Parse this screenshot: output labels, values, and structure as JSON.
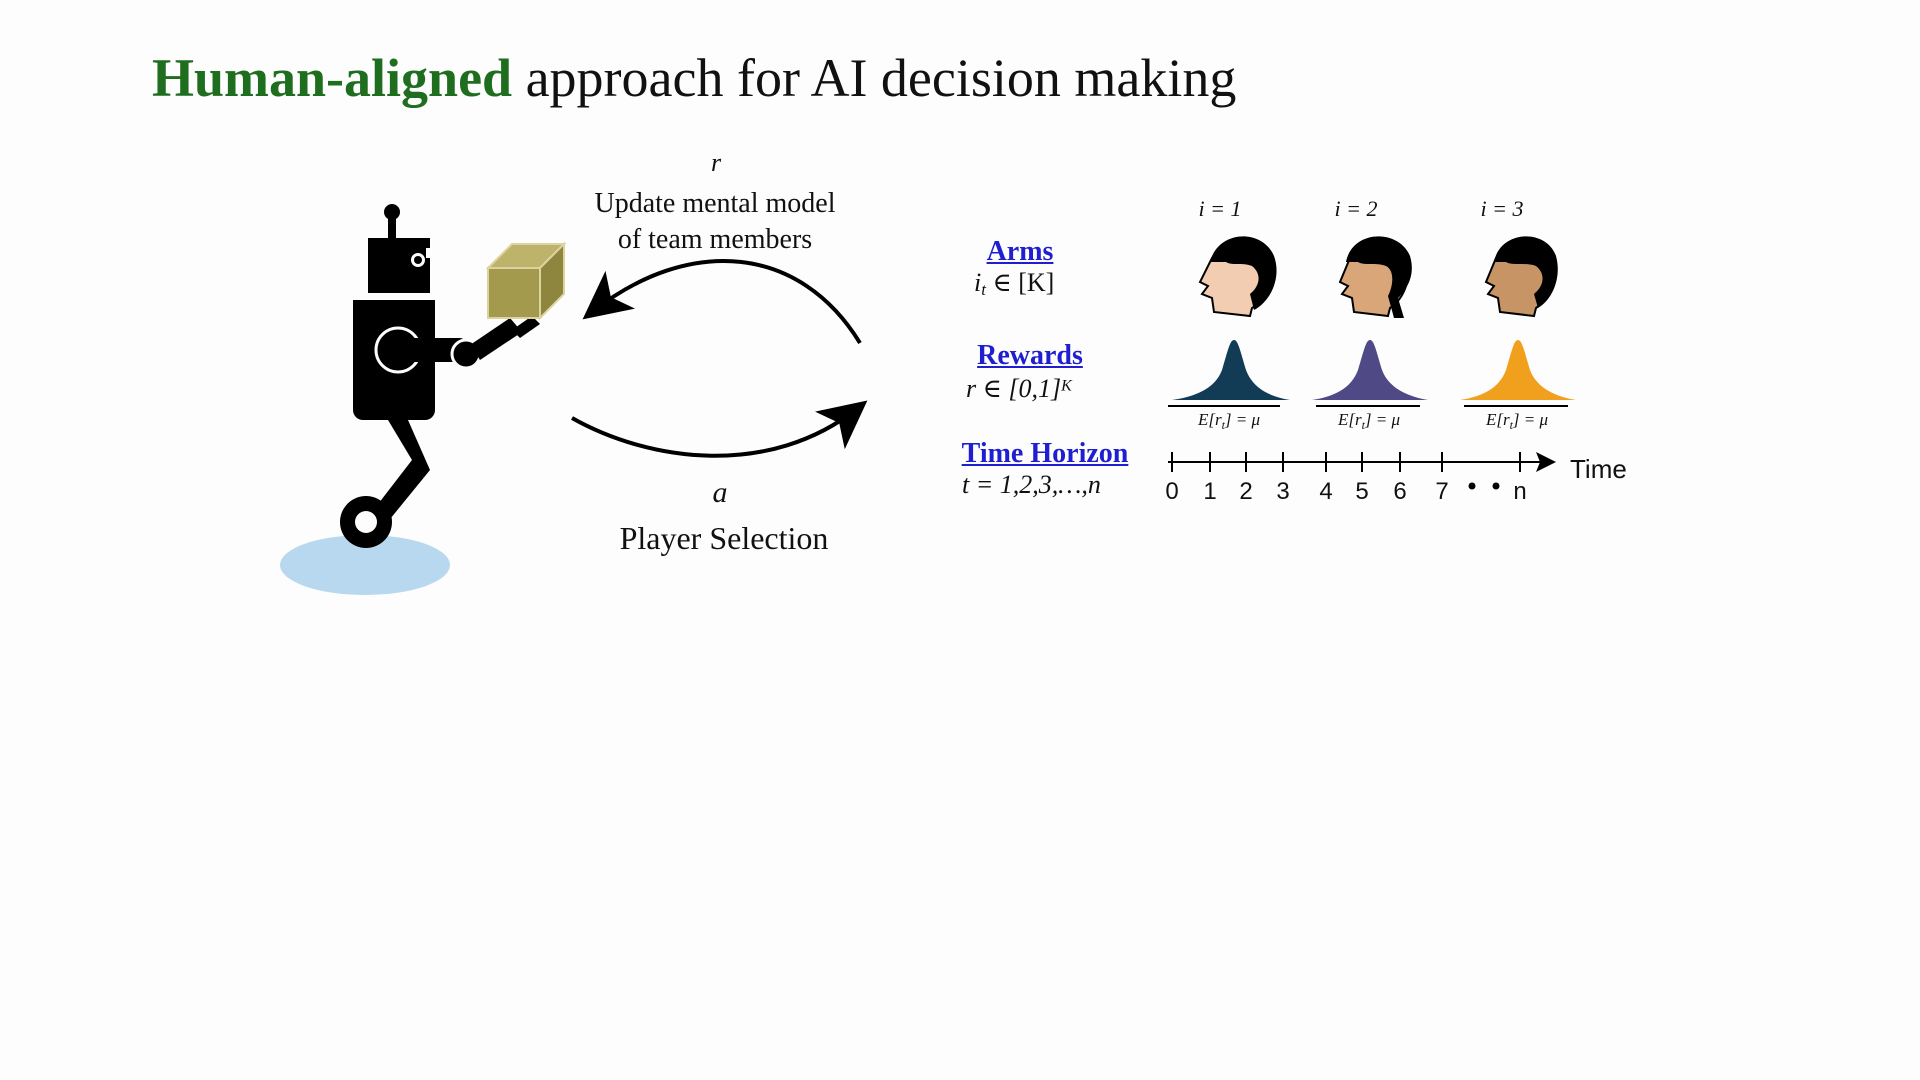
{
  "title": {
    "highlight": "Human-aligned",
    "rest": " approach for AI decision making"
  },
  "loop": {
    "top_symbol": "r",
    "top_text_line1": "Update mental model",
    "top_text_line2": "of team members",
    "bottom_symbol": "a",
    "bottom_text": "Player Selection"
  },
  "bandit": {
    "arms_label": "Arms",
    "arms_math": "i",
    "arms_math_sub": "t",
    "arms_math_rest": " ∈ [K]",
    "rewards_label": "Rewards",
    "rewards_math": "r ∈ [0,1]",
    "rewards_math_sup": "K",
    "horizon_label": "Time Horizon",
    "horizon_math": "t = 1,2,3,…,n",
    "arms": [
      {
        "index_label": "i = 1",
        "expectation": "E[r",
        "expectation_sub": "t",
        "expectation_rest": "] = μ",
        "color": "#123b55",
        "skin": "#f2cdb1"
      },
      {
        "index_label": "i = 2",
        "expectation": "E[r",
        "expectation_sub": "t",
        "expectation_rest": "] = μ",
        "color": "#4f4a86",
        "skin": "#d8a679"
      },
      {
        "index_label": "i = 3",
        "expectation": "E[r",
        "expectation_sub": "t",
        "expectation_rest": "] = μ",
        "color": "#f0a01d",
        "skin": "#c79466"
      }
    ],
    "timeline": {
      "ticks": [
        "0",
        "1",
        "2",
        "3",
        "4",
        "5",
        "6",
        "7",
        "n"
      ],
      "axis_label": "Time"
    }
  },
  "colors": {
    "title_highlight": "#1f6e1f",
    "link": "#1f1fd1",
    "robot": "#000000",
    "box": "#a49a4d",
    "shadow": "#b7d8ee"
  }
}
